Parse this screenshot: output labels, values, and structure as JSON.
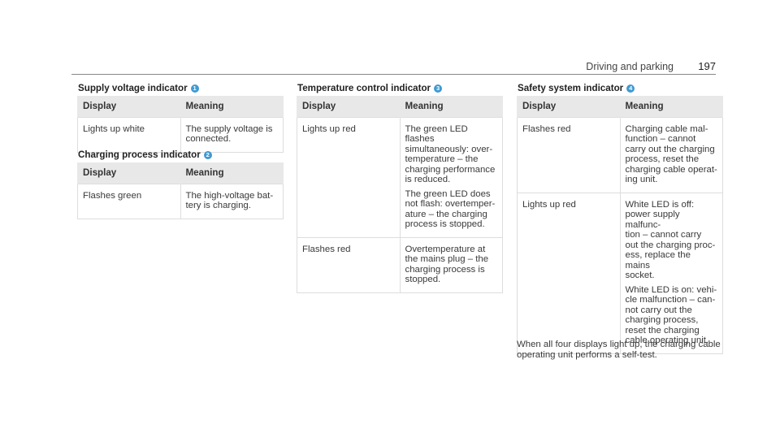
{
  "header": {
    "running_head": "Driving and parking",
    "page_number": "197"
  },
  "sections": {
    "supply_voltage": {
      "title": "Supply voltage indicator",
      "badge": "1",
      "columns": [
        "Display",
        "Meaning"
      ],
      "rows": [
        {
          "display": "Lights up white",
          "meaning": [
            "The supply voltage is\nconnected."
          ]
        }
      ]
    },
    "charging_process": {
      "title": "Charging process indicator",
      "badge": "2",
      "columns": [
        "Display",
        "Meaning"
      ],
      "rows": [
        {
          "display": "Flashes green",
          "meaning": [
            "The high-voltage bat-\ntery is charging."
          ]
        }
      ]
    },
    "temperature_control": {
      "title": "Temperature control indicator",
      "badge": "3",
      "columns": [
        "Display",
        "Meaning"
      ],
      "rows": [
        {
          "display": "Lights up red",
          "meaning": [
            "The green LED flashes\nsimultaneously: over-\ntemperature – the\ncharging performance\nis reduced.",
            "The green LED does\nnot flash: overtemper-\nature – the charging\nprocess is stopped."
          ]
        },
        {
          "display": "Flashes red",
          "meaning": [
            "Overtemperature at\nthe mains plug – the\ncharging process is\nstopped."
          ]
        }
      ]
    },
    "safety_system": {
      "title": "Safety system indicator",
      "badge": "4",
      "columns": [
        "Display",
        "Meaning"
      ],
      "rows": [
        {
          "display": "Flashes red",
          "meaning": [
            "Charging cable mal-\nfunction – cannot\ncarry out the charging\nprocess, reset the\ncharging cable operat-\ning unit."
          ]
        },
        {
          "display": "Lights up red",
          "meaning": [
            "White LED is off:\npower supply malfunc-\ntion – cannot carry\nout the charging proc-\ness, replace the mains\nsocket.",
            "White LED is on: vehi-\ncle malfunction – can-\nnot carry out the\ncharging process,\nreset the charging\ncable operating unit."
          ]
        }
      ]
    }
  },
  "footnote": "When all four displays light up, the charging cable\noperating unit performs a self-test."
}
